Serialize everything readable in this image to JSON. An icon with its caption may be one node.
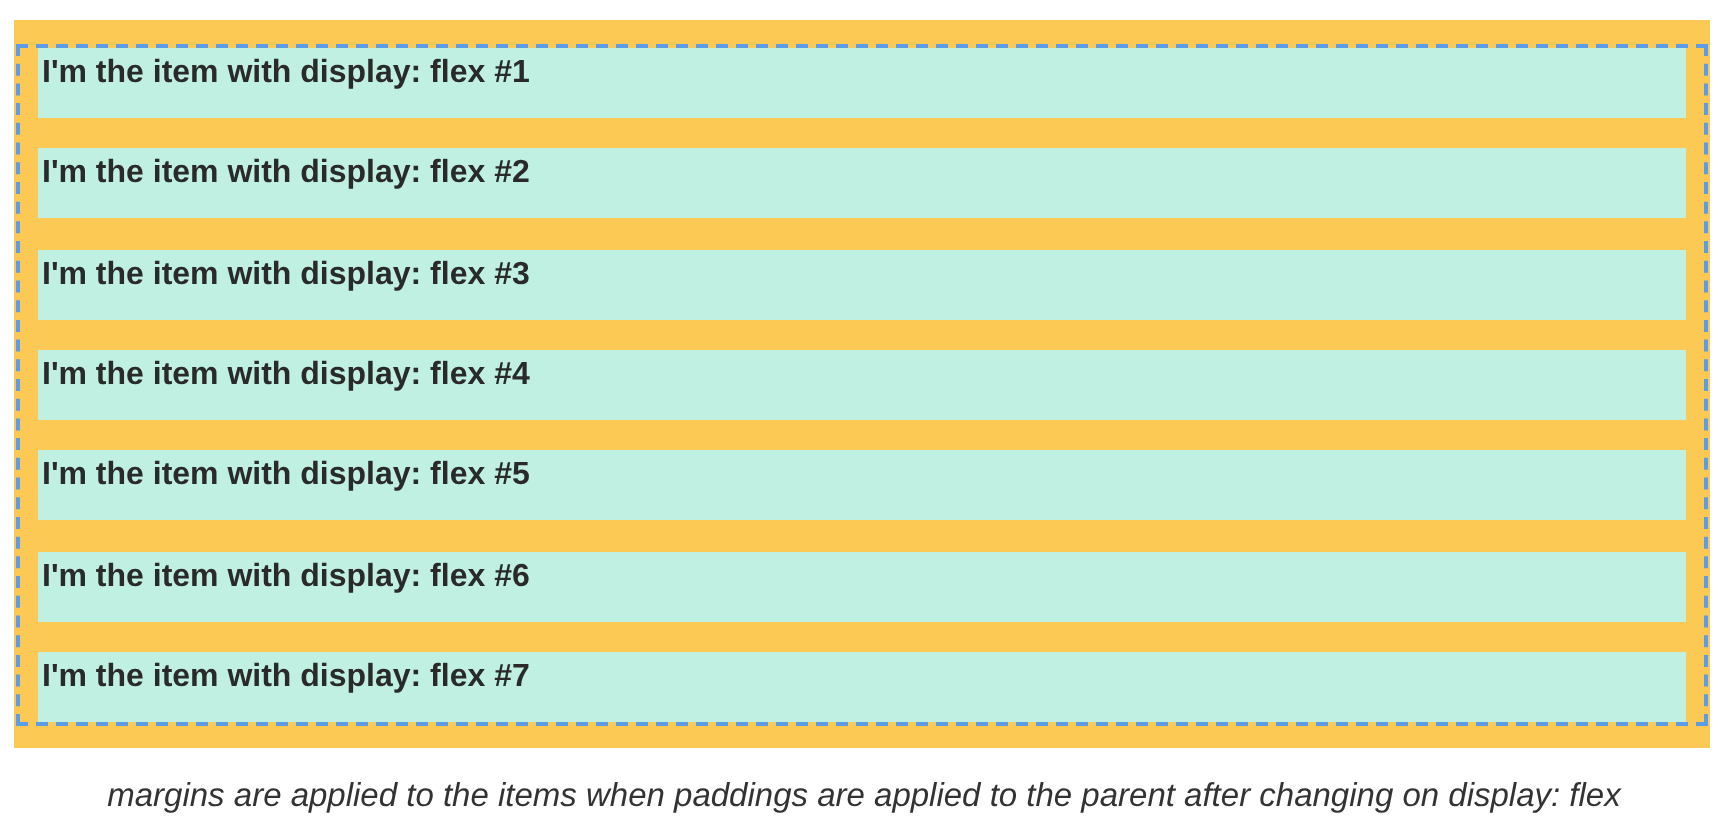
{
  "diagram": {
    "caption": "margins are applied to the items when paddings are applied to the parent after changing on display: flex",
    "nodes": [
      {
        "text": [],
        "shape": "box"
      },
      {
        "text": [
          "I'm the item with display: flex #1"
        ],
        "in": 0
      },
      {
        "text": [
          "I'm the item with display: flex #2"
        ],
        "in": 0
      },
      {
        "text": [
          "I'm the item with display: flex #3"
        ],
        "in": 0
      },
      {
        "text": [
          "I'm the item with display: flex #4"
        ],
        "in": 0
      },
      {
        "text": [
          "I'm the item with display: flex #5"
        ],
        "in": 0
      },
      {
        "text": [
          "I'm the item with display: flex #6"
        ],
        "in": 0
      },
      {
        "text": [
          "I'm the item with display: flex #7"
        ],
        "in": 0
      }
    ],
    "edges": []
  }
}
